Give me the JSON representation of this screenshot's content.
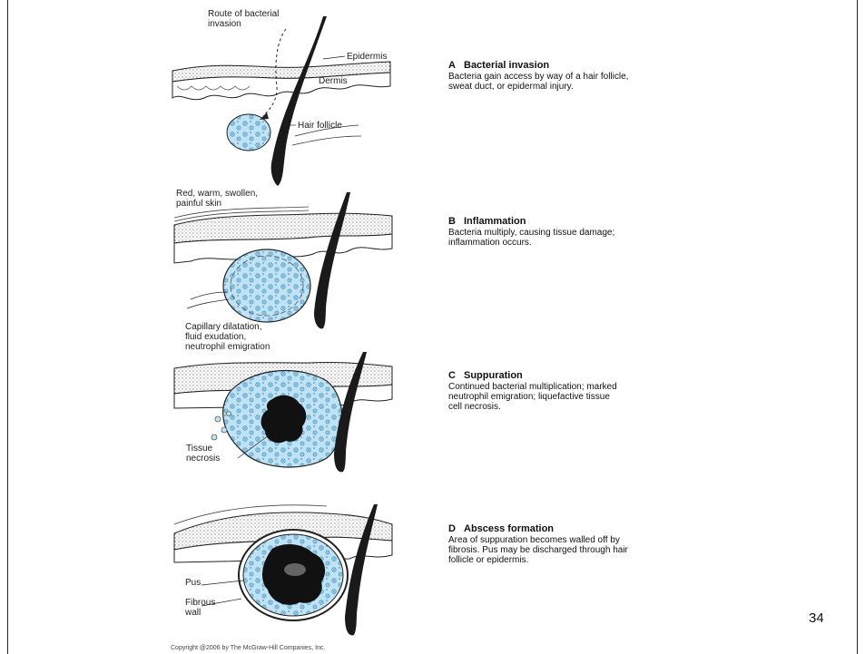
{
  "labels": {
    "route": "Route of bacterial\ninvasion",
    "epidermis": "Epidermis",
    "dermis": "Dermis",
    "hair_follicle": "Hair follicle",
    "red_skin": "Red, warm, swollen,\npainful skin",
    "capillary": "Capillary dilatation,\nfluid exudation,\nneutrophil emigration",
    "tissue_necrosis": "Tissue\nnecrosis",
    "pus": "Pus",
    "fibrous_wall": "Fibrous\nwall"
  },
  "panels": [
    {
      "letter": "A",
      "title": "Bacterial invasion",
      "desc": "Bacteria gain access by way of a hair follicle,\nsweat duct, or epidermal injury."
    },
    {
      "letter": "B",
      "title": "Inflammation",
      "desc": "Bacteria multiply, causing tissue damage;\ninflammation occurs."
    },
    {
      "letter": "C",
      "title": "Suppuration",
      "desc": "Continued bacterial multiplication; marked\nneutrophil emigration; liquefactive tissue\ncell necrosis."
    },
    {
      "letter": "D",
      "title": "Abscess formation",
      "desc": "Area of suppuration becomes walled off by\nfibrosis. Pus may be discharged through hair\nfollicle or epidermis."
    }
  ],
  "page_number": "34",
  "copyright": "Copyright @2006 by The McGraw-Hill Companies, Inc.",
  "colors": {
    "cell_fill": "#bfe3f4",
    "cell_dot": "#3a8fc0",
    "ink": "#1a1a1a"
  }
}
